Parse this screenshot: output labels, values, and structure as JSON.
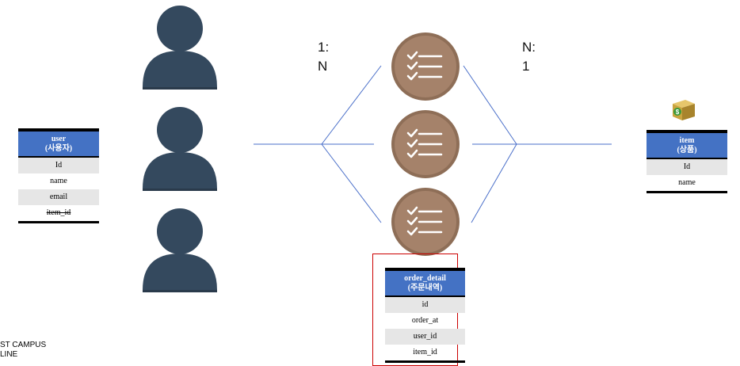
{
  "user_table": {
    "title": "user",
    "subtitle": "(사용자)",
    "fields": [
      "Id",
      "name",
      "email",
      "item_id"
    ]
  },
  "item_table": {
    "title": "item",
    "subtitle": "(상품)",
    "fields": [
      "Id",
      "name"
    ]
  },
  "order_detail_table": {
    "title": "order_detail",
    "subtitle": "(주문내역)",
    "fields": [
      "id",
      "order_at",
      "user_id",
      "item_id"
    ]
  },
  "relations": {
    "left": {
      "line1": "1:",
      "line2": "N"
    },
    "right": {
      "line1": "N:",
      "line2": "1"
    }
  },
  "footer": {
    "line1": "ST CAMPUS",
    "line2": "LINE"
  },
  "colors": {
    "header_blue": "#4472c4",
    "person": "#34495e",
    "badge": "#a5826a",
    "line": "#4a6fc9",
    "highlight_box": "#cc0000"
  },
  "icons": {
    "person": "person-icon",
    "order": "checklist-icon",
    "item": "money-box-icon"
  }
}
